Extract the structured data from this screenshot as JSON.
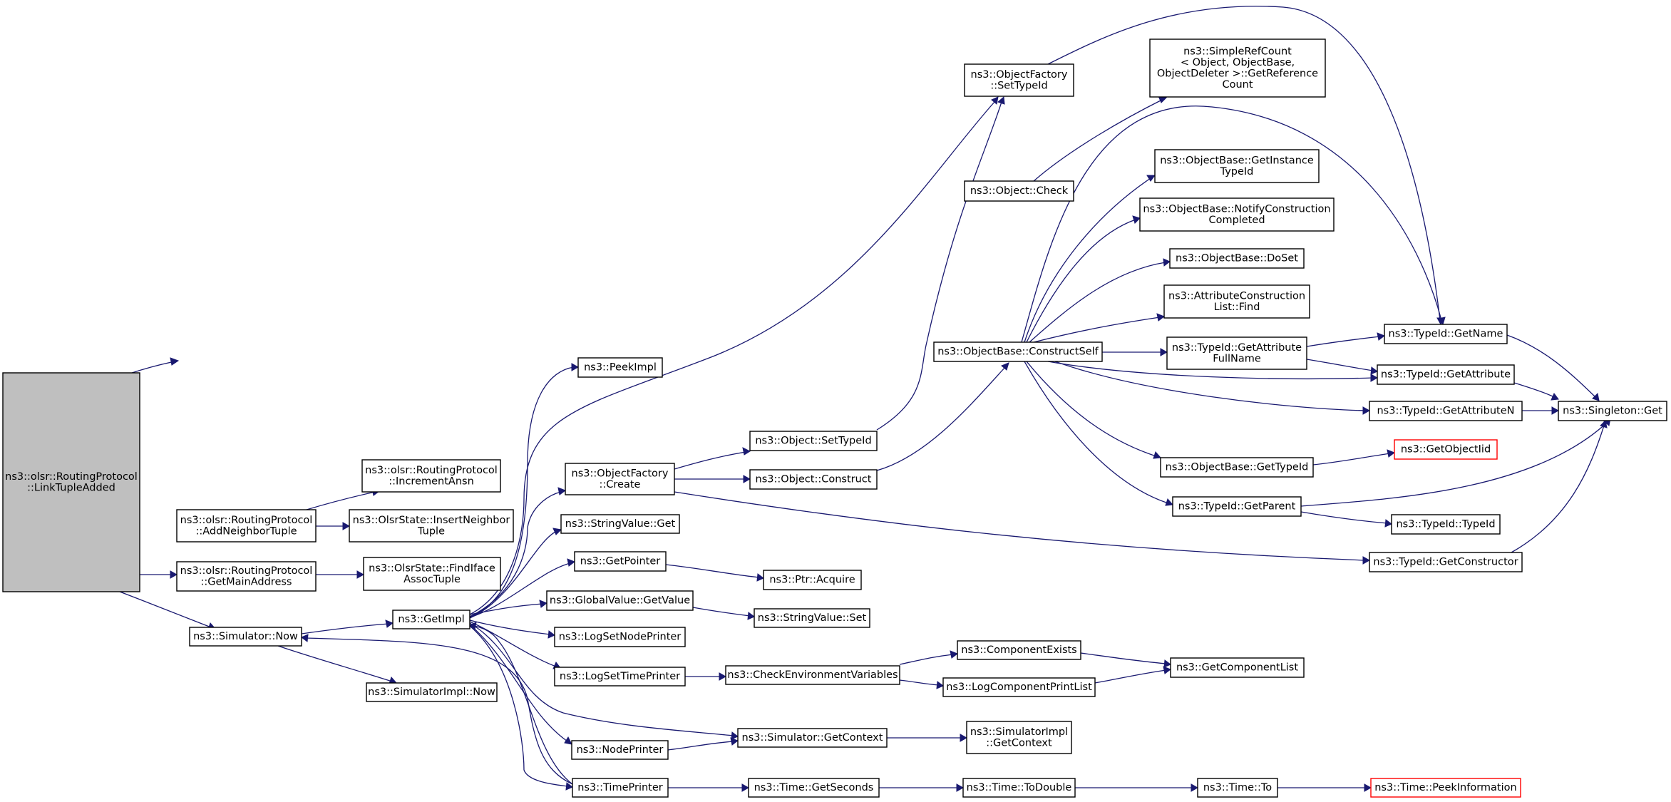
{
  "graph": {
    "edge_color": "#191970",
    "truncated_border_color": "#ff0000",
    "root_fill": "#bfbfbf",
    "nodes": [
      {
        "id": "root",
        "lines": [
          "ns3::olsr::RoutingProtocol",
          "::LinkTupleAdded"
        ],
        "style": "root"
      },
      {
        "id": "addNeighbor",
        "lines": [
          "ns3::olsr::RoutingProtocol",
          "::AddNeighborTuple"
        ]
      },
      {
        "id": "getMainAddress",
        "lines": [
          "ns3::olsr::RoutingProtocol",
          "::GetMainAddress"
        ]
      },
      {
        "id": "simNow",
        "lines": [
          "ns3::Simulator::Now"
        ]
      },
      {
        "id": "incrementAnsn",
        "lines": [
          "ns3::olsr::RoutingProtocol",
          "::IncrementAnsn"
        ]
      },
      {
        "id": "insertNeighbor",
        "lines": [
          "ns3::OlsrState::InsertNeighbor",
          "Tuple"
        ]
      },
      {
        "id": "findIface",
        "lines": [
          "ns3::OlsrState::FindIface",
          "AssocTuple"
        ]
      },
      {
        "id": "getImpl",
        "lines": [
          "ns3::GetImpl"
        ]
      },
      {
        "id": "simImplNow",
        "lines": [
          "ns3::SimulatorImpl::Now"
        ]
      },
      {
        "id": "peekImpl",
        "lines": [
          "ns3::PeekImpl"
        ]
      },
      {
        "id": "ofCreate",
        "lines": [
          "ns3::ObjectFactory",
          "::Create"
        ]
      },
      {
        "id": "stringValueGet",
        "lines": [
          "ns3::StringValue::Get"
        ]
      },
      {
        "id": "getPointer",
        "lines": [
          "ns3::GetPointer"
        ]
      },
      {
        "id": "globalValueGet",
        "lines": [
          "ns3::GlobalValue::GetValue"
        ]
      },
      {
        "id": "logSetNode",
        "lines": [
          "ns3::LogSetNodePrinter"
        ]
      },
      {
        "id": "logSetTime",
        "lines": [
          "ns3::LogSetTimePrinter"
        ]
      },
      {
        "id": "nodePrinter",
        "lines": [
          "ns3::NodePrinter"
        ]
      },
      {
        "id": "timePrinter",
        "lines": [
          "ns3::TimePrinter"
        ]
      },
      {
        "id": "objSetTypeId",
        "lines": [
          "ns3::Object::SetTypeId"
        ]
      },
      {
        "id": "objConstruct",
        "lines": [
          "ns3::Object::Construct"
        ]
      },
      {
        "id": "ptrAcquire",
        "lines": [
          "ns3::Ptr::Acquire"
        ]
      },
      {
        "id": "stringValueSet",
        "lines": [
          "ns3::StringValue::Set"
        ]
      },
      {
        "id": "checkEnv",
        "lines": [
          "ns3::CheckEnvironmentVariables"
        ]
      },
      {
        "id": "simGetContext",
        "lines": [
          "ns3::Simulator::GetContext"
        ]
      },
      {
        "id": "timeGetSeconds",
        "lines": [
          "ns3::Time::GetSeconds"
        ]
      },
      {
        "id": "ofSetTypeId",
        "lines": [
          "ns3::ObjectFactory",
          "::SetTypeId"
        ]
      },
      {
        "id": "objCheck",
        "lines": [
          "ns3::Object::Check"
        ]
      },
      {
        "id": "obConstructSelf",
        "lines": [
          "ns3::ObjectBase::ConstructSelf"
        ]
      },
      {
        "id": "compExists",
        "lines": [
          "ns3::ComponentExists"
        ]
      },
      {
        "id": "logCompPrint",
        "lines": [
          "ns3::LogComponentPrintList"
        ]
      },
      {
        "id": "simImplGetContext",
        "lines": [
          "ns3::SimulatorImpl",
          "::GetContext"
        ]
      },
      {
        "id": "timeToDouble",
        "lines": [
          "ns3::Time::ToDouble"
        ]
      },
      {
        "id": "simpleRefCount",
        "lines": [
          "ns3::SimpleRefCount",
          "< Object, ObjectBase,",
          " ObjectDeleter >::GetReference",
          "Count"
        ]
      },
      {
        "id": "obGetInstance",
        "lines": [
          "ns3::ObjectBase::GetInstance",
          "TypeId"
        ]
      },
      {
        "id": "obNotify",
        "lines": [
          "ns3::ObjectBase::NotifyConstruction",
          "Completed"
        ]
      },
      {
        "id": "obDoSet",
        "lines": [
          "ns3::ObjectBase::DoSet"
        ]
      },
      {
        "id": "attrFind",
        "lines": [
          "ns3::AttributeConstruction",
          "List::Find"
        ]
      },
      {
        "id": "tidGetAttrFull",
        "lines": [
          "ns3::TypeId::GetAttribute",
          "FullName"
        ]
      },
      {
        "id": "obGetTypeId",
        "lines": [
          "ns3::ObjectBase::GetTypeId"
        ]
      },
      {
        "id": "tidGetParent",
        "lines": [
          "ns3::TypeId::GetParent"
        ]
      },
      {
        "id": "getCompList",
        "lines": [
          "ns3::GetComponentList"
        ]
      },
      {
        "id": "timeTo",
        "lines": [
          "ns3::Time::To"
        ]
      },
      {
        "id": "tidGetName",
        "lines": [
          "ns3::TypeId::GetName"
        ]
      },
      {
        "id": "tidGetAttr",
        "lines": [
          "ns3::TypeId::GetAttribute"
        ]
      },
      {
        "id": "tidGetAttrN",
        "lines": [
          "ns3::TypeId::GetAttributeN"
        ]
      },
      {
        "id": "getObjectIid",
        "lines": [
          "ns3::GetObjectIid"
        ],
        "style": "red"
      },
      {
        "id": "tidTypeId",
        "lines": [
          "ns3::TypeId::TypeId"
        ]
      },
      {
        "id": "tidGetConstructor",
        "lines": [
          "ns3::TypeId::GetConstructor"
        ]
      },
      {
        "id": "timePeekInfo",
        "lines": [
          "ns3::Time::PeekInformation"
        ],
        "style": "red"
      },
      {
        "id": "singletonGet",
        "lines": [
          "ns3::Singleton::Get"
        ]
      }
    ]
  }
}
